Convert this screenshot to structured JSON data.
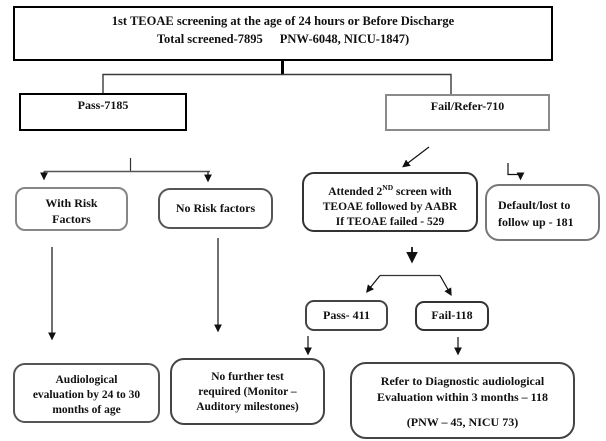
{
  "colors": {
    "text": "#111111",
    "box_border_black": "#000000",
    "box_border_gray": "#8a8a8a",
    "connector": "#333333"
  },
  "nodes": {
    "screening": {
      "line1": "1st TEOAE screening at the age of 24 hours or Before Discharge",
      "line2_left": "Total screened-7895",
      "line2_right": "PNW-6048, NICU-1847)"
    },
    "pass1": {
      "label": "Pass-7185"
    },
    "fail1": {
      "label": "Fail/Refer-710"
    },
    "with_risk": {
      "line1": "With Risk",
      "line2": "Factors"
    },
    "no_risk": {
      "label": "No Risk factors"
    },
    "attended": {
      "line1_pre": "Attended 2",
      "line1_sup": "ND",
      "line1_post": " screen with",
      "line2": "TEOAE followed by AABR",
      "line3": "If TEOAE failed - 529"
    },
    "default_lost": {
      "line1": "Default/lost to",
      "line2": "follow up - 181"
    },
    "pass2": {
      "label": "Pass- 411"
    },
    "fail2": {
      "label": "Fail-118"
    },
    "audiological": {
      "line1": "Audiological",
      "line2": "evaluation by 24 to 30",
      "line3": "months of age"
    },
    "no_further": {
      "line1": "No further test",
      "line2": "required (Monitor –",
      "line3": "Auditory milestones)"
    },
    "refer": {
      "line1": "Refer to Diagnostic audiological",
      "line2": "Evaluation within 3 months – 118",
      "line3": "(PNW – 45, NICU 73)"
    }
  }
}
